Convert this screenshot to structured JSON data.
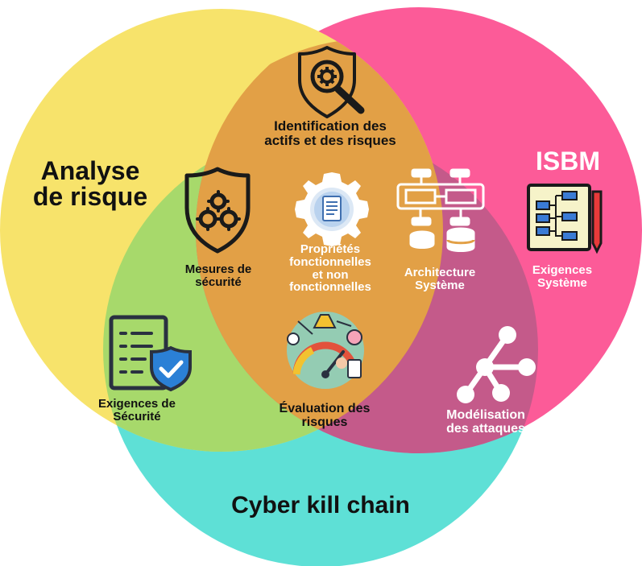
{
  "colors": {
    "analyse": "#f7e36b",
    "isbm": "#fc5b98",
    "cyber": "#5ee0d6",
    "analyse_cyber": "#a7d96b",
    "isbm_cyber": "#c45a8a",
    "center": "#e2a046"
  },
  "labels": {
    "analyse_title": [
      "Analyse",
      "de risque"
    ],
    "isbm_title": "ISBM",
    "cyber_title": "Cyber kill chain",
    "identification": [
      "Identification des",
      "actifs et des risques"
    ],
    "mesures": [
      "Mesures de",
      "sécurité"
    ],
    "proprietes": [
      "Propriétés",
      "fonctionnelles",
      "et non",
      "fonctionnelles"
    ],
    "architecture": [
      "Architecture",
      "Système"
    ],
    "exigences_systeme": [
      "Exigences",
      "Système"
    ],
    "exigences_securite": [
      "Exigences de",
      "Sécurité"
    ],
    "evaluation": [
      "Évaluation des",
      "risques"
    ],
    "modelisation": [
      "Modélisation",
      "des attaques"
    ]
  },
  "icons": [
    "shield-magnifier-gear-icon",
    "shield-gears-icon",
    "document-gear-icon",
    "architecture-diagram-icon",
    "system-requirements-chart-icon",
    "security-checklist-shield-icon",
    "risk-assessment-illustration-icon",
    "attack-tree-icon"
  ]
}
